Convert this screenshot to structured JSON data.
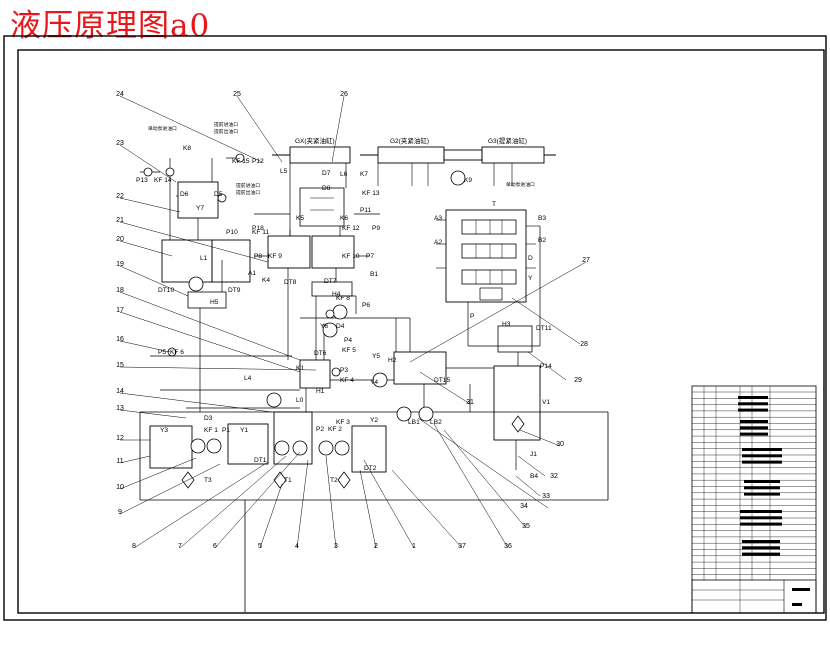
{
  "title": "液压原理图a0",
  "colors": {
    "title": "#e8161b",
    "line": "#000000",
    "background": "#ffffff"
  },
  "diagram": {
    "callouts": [
      "24",
      "25",
      "26",
      "23",
      "22",
      "21",
      "20",
      "19",
      "18",
      "17",
      "16",
      "15",
      "14",
      "13",
      "12",
      "11",
      "10",
      "9",
      "8",
      "7",
      "6",
      "5",
      "4",
      "3",
      "2",
      "1",
      "37",
      "36",
      "35",
      "34",
      "33",
      "32",
      "31",
      "30",
      "29",
      "28",
      "27"
    ],
    "cylinders": [
      "GX(夹紧油缸)",
      "G2(夹紧油缸)",
      "G3(提紧油缸)"
    ],
    "labels": [
      "K8",
      "P13",
      "KF 14",
      "KF 15",
      "P12",
      "D6",
      "D5",
      "Y7",
      "L1",
      "A1",
      "P10",
      "KF 11",
      "P11",
      "L5",
      "L6",
      "K7",
      "D7",
      "D8",
      "K5",
      "K6",
      "KF 13",
      "P18",
      "KF 12",
      "P9",
      "P8",
      "KF 9",
      "KF 10",
      "P7",
      "K4",
      "DT8",
      "DT7",
      "H4",
      "KF 8",
      "B1",
      "P6",
      "DT10",
      "DT9",
      "H5",
      "P5",
      "KF 6",
      "DT6",
      "KF 5",
      "P4",
      "Y6",
      "D4",
      "K1",
      "Y5",
      "P3",
      "KF 4",
      "Y4",
      "H1",
      "L4",
      "L0",
      "D3",
      "H2",
      "DT15",
      "Y3",
      "KF 1",
      "P1",
      "Y1",
      "DT1",
      "T3",
      "T1",
      "P2",
      "KF 2",
      "KF 3",
      "Y2",
      "DT2",
      "T2",
      "LB1",
      "LB2",
      "H3",
      "DT11",
      "P14",
      "V1",
      "J1",
      "B4",
      "K9",
      "A3",
      "A2",
      "B3",
      "B2",
      "T",
      "P",
      "D",
      "Y"
    ],
    "small_notes": [
      "单动泵进油口",
      "提前进油口",
      "提前出油口",
      "提前进油口",
      "提前出油口",
      "单动泵进油口"
    ]
  }
}
